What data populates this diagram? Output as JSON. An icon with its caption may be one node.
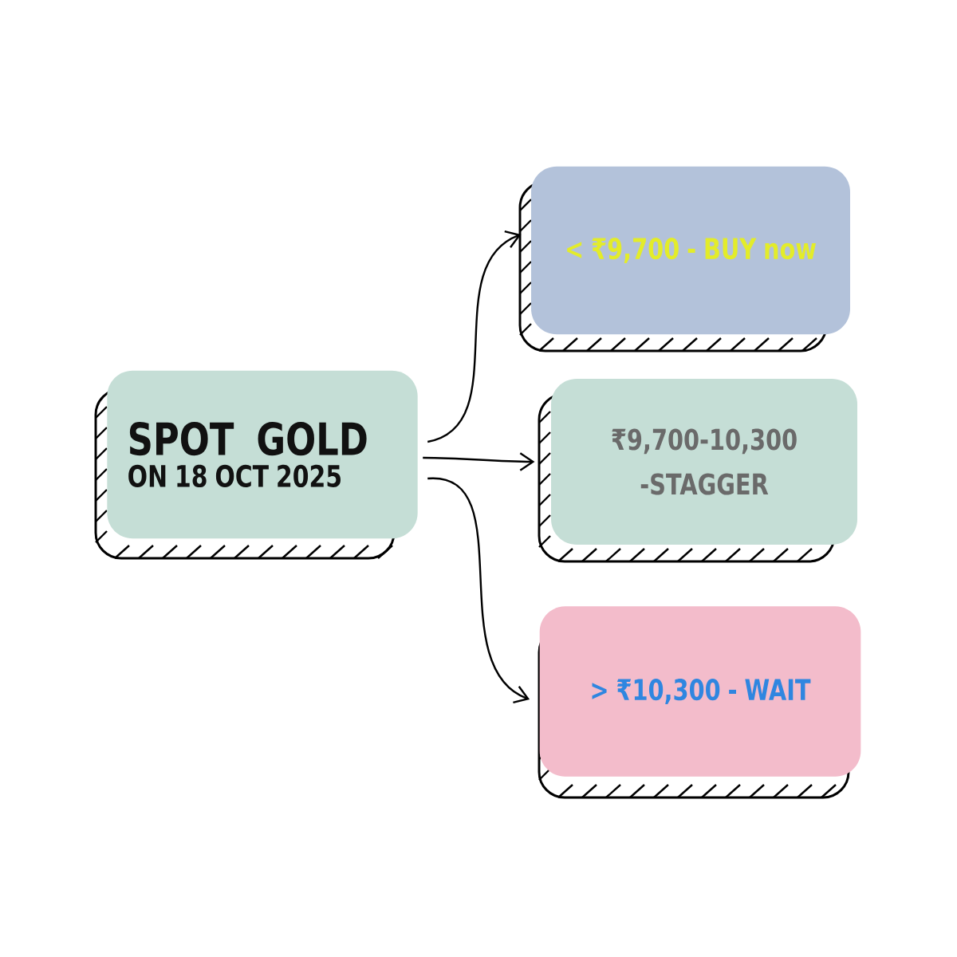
{
  "diagram": {
    "nodes": [
      {
        "text": [
          "SPOT GOLD",
          "ON 18 OCT 2025"
        ]
      },
      {
        "text": [
          "< ₹9,700 - BUY now"
        ]
      },
      {
        "text": [
          "₹9,700-10,300 -STAGGER"
        ]
      },
      {
        "text": [
          "> ₹10,300 - WAIT"
        ]
      }
    ],
    "edges": [
      {
        "from": 0,
        "to": 1,
        "arrow": "to"
      },
      {
        "from": 0,
        "to": 2,
        "arrow": "to"
      },
      {
        "from": 0,
        "to": 3,
        "arrow": "to"
      }
    ]
  }
}
